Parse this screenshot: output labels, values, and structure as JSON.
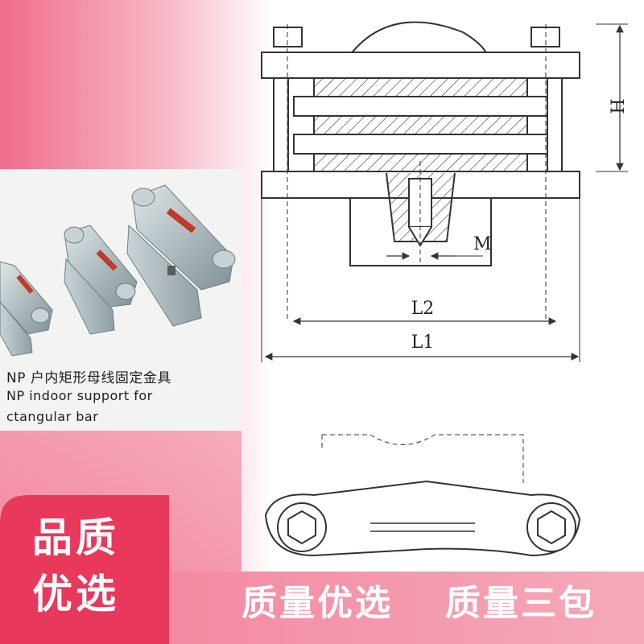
{
  "caption": {
    "line1": "NP 户内矩形母线固定金具",
    "line2": "NP indoor support for",
    "line3": "ctangular bar"
  },
  "drawing_labels": {
    "h": "H",
    "m": "M",
    "l2": "L2",
    "l1": "L1"
  },
  "badge": {
    "line1": "品质",
    "line2": "优选"
  },
  "banner": {
    "slogan1": "质量优选",
    "slogan2": "质量三包"
  },
  "colors": {
    "pink_top": "#f06d8c",
    "pink_mid": "#f7b7c6",
    "badge_red": "#e8395c",
    "banner_pink": "#f48aa3"
  }
}
